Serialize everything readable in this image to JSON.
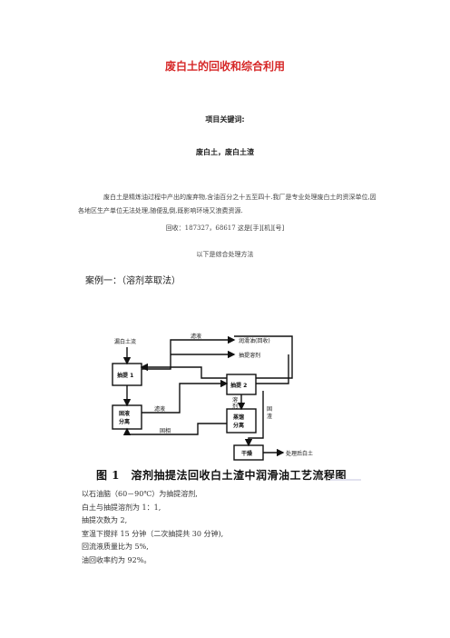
{
  "title": "废白土的回收和综合利用",
  "keywords_label": "项目关键词:",
  "keywords": "废白土，废白土渣",
  "intro": "废白土是精炼油过程中产出的废弃物,含油百分之十五至四十.我厂是专业处理废白土的资深单位,因各地区生产单位无法处理,随便乱倒,既影响环境又浪费资源.",
  "recycle": "回收：187327，68617 这是[手][机][号]",
  "methods": "以下是综合处理方法",
  "case_heading": "案例一：（溶剂萃取法）",
  "diagram": {
    "input_label": "漏白土流",
    "box_extract1": "抽提 1",
    "box_extract2": "抽提 2",
    "box_filter_a": "固液",
    "box_filter_b": "分离",
    "box_distill_a": "蒸馏",
    "box_distill_b": "分离",
    "box_dry": "干燥",
    "label_filtrate_top": "滤液",
    "label_filtrate_mid": "滤液",
    "label_mother_liquor": "固相",
    "label_recycled_solvent": "溶剂",
    "label_residue_a": "溶",
    "label_residue_b": "剂",
    "label_solids_a": "固",
    "label_solids_b": "渣",
    "out_oil": "润滑油(回收)",
    "out_solvent": "抽提溶剂",
    "out_clay": "处理后白土"
  },
  "caption": "图 1　溶剂抽提法回收白土渣中润滑油工艺流程图",
  "params": [
    "以石油脑（60－90℃）为抽提溶剂,",
    "白土与抽提溶剂为 1：1,",
    "抽提次数为 2,",
    "室温下搅拌 15 分钟（二次抽提共 30 分钟),",
    "回流液质量比为 5%,",
    "油回收率约为 92%。"
  ]
}
